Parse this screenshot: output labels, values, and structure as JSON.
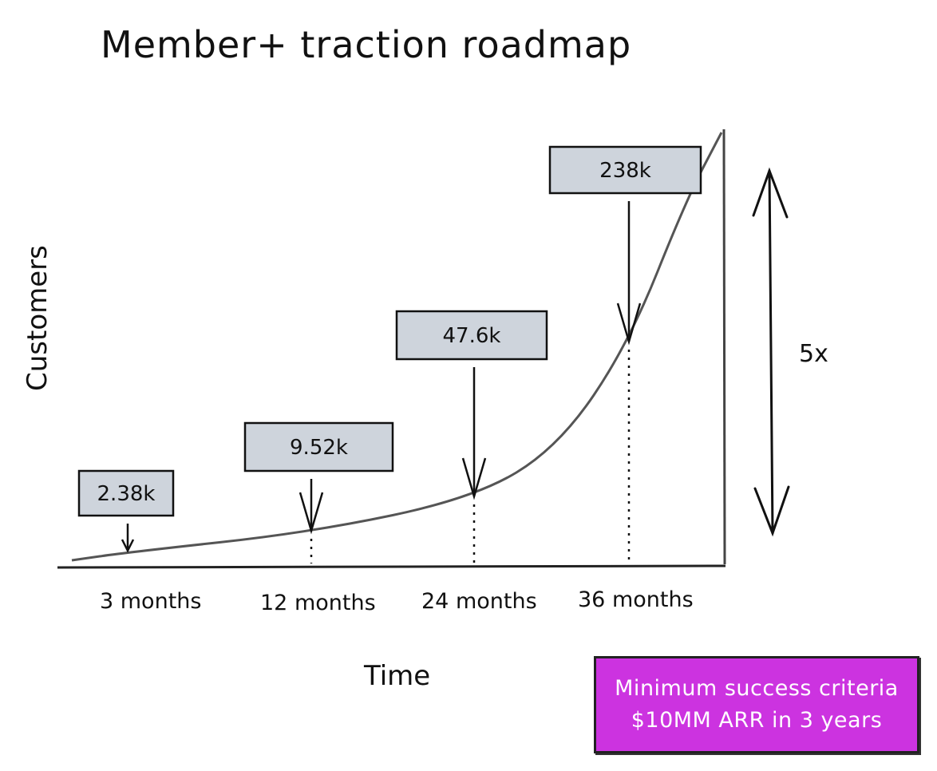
{
  "chart_data": {
    "type": "line",
    "title": "Member+ traction roadmap",
    "xlabel": "Time",
    "ylabel": "Customers",
    "categories": [
      "3 months",
      "12 months",
      "24 months",
      "36 months"
    ],
    "values": [
      2380,
      9520,
      47600,
      238000
    ],
    "value_labels": [
      "2.38k",
      "9.52k",
      "47.6k",
      "238k"
    ],
    "growth_label": "5x",
    "grid": false,
    "colors": {
      "curve": "#555555",
      "box_fill": "#ced4dc",
      "stroke": "#111111"
    }
  },
  "callout": {
    "line1": "Minimum success criteria",
    "line2": "$10MM ARR in 3 years",
    "color": "#cc33e0"
  }
}
